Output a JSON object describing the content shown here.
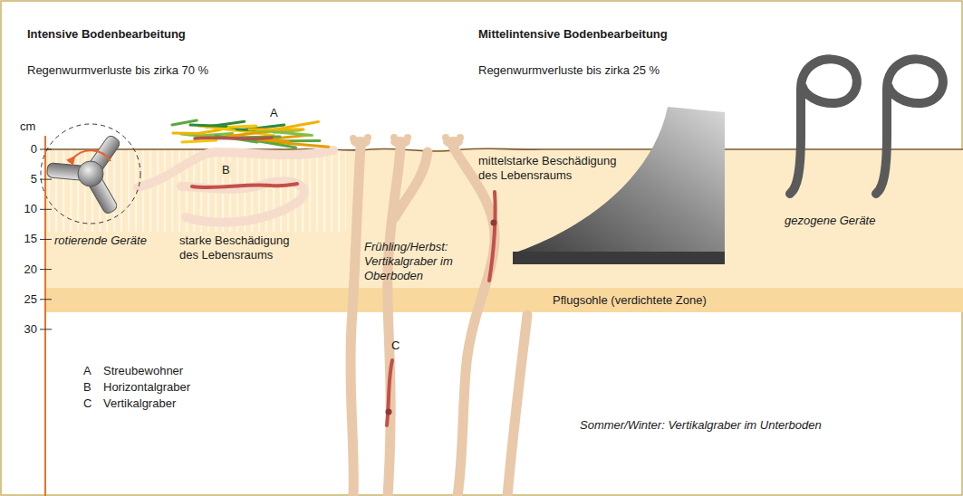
{
  "diagram": {
    "nodes": [
      {
        "text": [
          "Pflugsohle (verdichtete Zone)"
        ]
      }
    ],
    "labels": [
      "Intensive Bodenbearbeitung",
      "Regenwurmverluste bis zirka 70 %",
      "Mittelintensive Bodenbearbeitung",
      "Regenwurmverluste bis zirka 25 %",
      "cm",
      "0",
      "5",
      "10",
      "15",
      "20",
      "25",
      "30",
      "A",
      "B",
      "rotierende Geräte",
      "starke Beschädigung des Lebensraums",
      "Frühling/Herbst: Vertikalgraber im Oberboden",
      "mittelstarke Beschädigung des Lebensraums",
      "gezogene Geräte",
      "C",
      "A",
      "Streubewohner",
      "B",
      "Horizontalgraber",
      "C",
      "Vertikalgraber",
      "Sommer/Winter: Vertikalgraber im Unterboden"
    ]
  }
}
